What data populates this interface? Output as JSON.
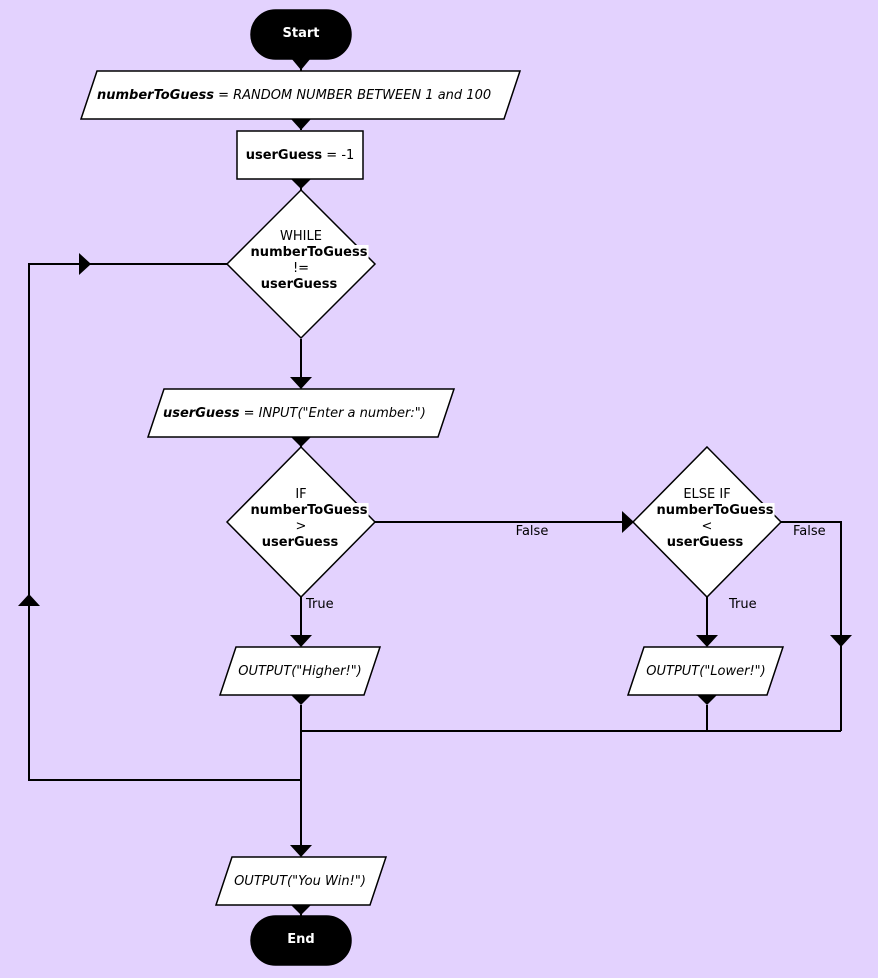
{
  "flowchart": {
    "start": "Start",
    "end": "End",
    "assign_target": {
      "var": "numberToGuess",
      "expr": " = RANDOM NUMBER BETWEEN 1 and 100"
    },
    "assign_guess": {
      "var": "userGuess",
      "expr": " = -1"
    },
    "while": {
      "keyword": "WHILE",
      "left": "numberToGuess",
      "op": "!=",
      "right": "userGuess"
    },
    "input": {
      "var": "userGuess",
      "expr": " = INPUT(\"Enter a number:\")"
    },
    "if": {
      "keyword": "IF",
      "left": "numberToGuess",
      "op": ">",
      "right": "userGuess"
    },
    "elseif": {
      "keyword": "ELSE IF",
      "left": "numberToGuess",
      "op": "<",
      "right": "userGuess"
    },
    "output_higher": "OUTPUT(\"Higher!\")",
    "output_lower": "OUTPUT(\"Lower!\")",
    "output_win": "OUTPUT(\"You Win!\")",
    "labels": {
      "if_false": "False",
      "if_true": "True",
      "elseif_true": "True",
      "elseif_false": "False"
    },
    "colors": {
      "background": "#e3d2fe",
      "shape_fill": "#ffffff",
      "terminal_fill": "#000000",
      "stroke": "#000000"
    }
  }
}
